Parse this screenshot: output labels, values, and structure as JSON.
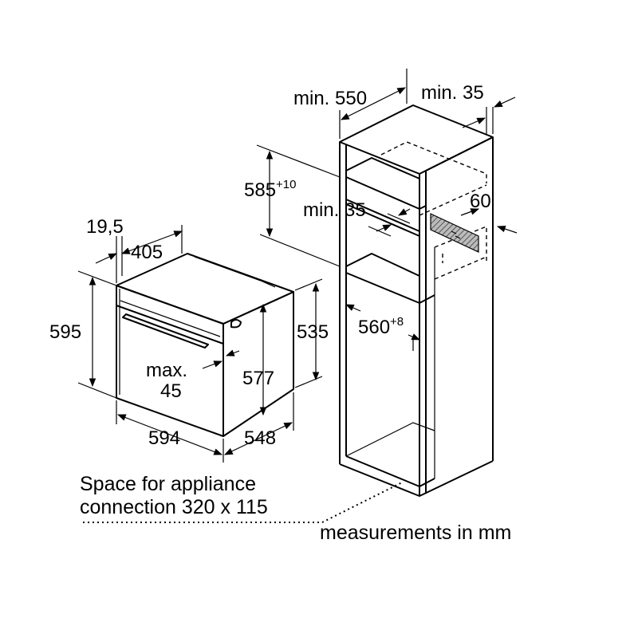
{
  "colors": {
    "line": "#000000",
    "background": "#ffffff",
    "hatch": "#555555"
  },
  "oven": {
    "side_gap": "19,5",
    "depth_front": "405",
    "height_outer": "595",
    "height_inner": "535",
    "height_niche": "577",
    "handle_gap_label": "max.",
    "handle_gap_value": "45",
    "width": "594",
    "depth": "548"
  },
  "cabinet": {
    "min_width_label": "min. 550",
    "min_back_gap_label": "min. 35",
    "niche_height_base": "585",
    "niche_height_tol": "+10",
    "shelf_gap_label": "min. 35",
    "vent_label": "60",
    "niche_width_base": "560",
    "niche_width_tol": "+8"
  },
  "notes": {
    "connection_line1": "Space for appliance",
    "connection_line2": "connection 320 x 115",
    "units": "measurements in mm"
  }
}
